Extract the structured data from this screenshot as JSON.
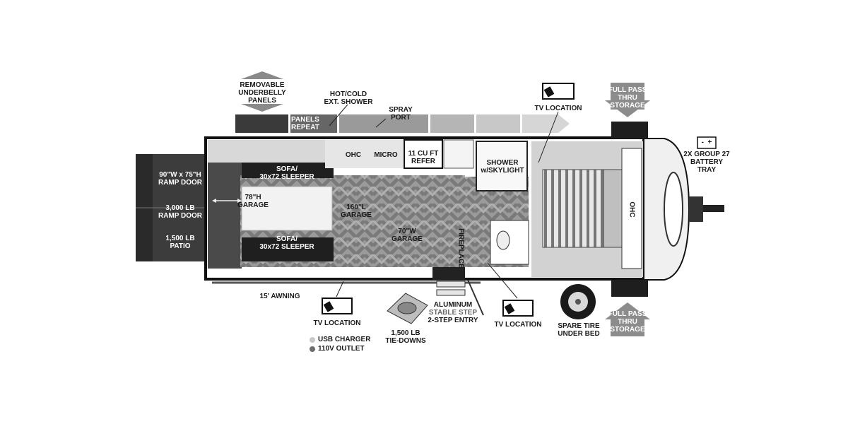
{
  "labels": {
    "ramp_door_size": "90\"W x 75\"H\nRAMP DOOR",
    "ramp_door_weight": "3,000 LB\nRAMP DOOR",
    "patio": "1,500 LB\nPATIO",
    "removable_panels": "REMOVABLE\nUNDERBELLY\nPANELS",
    "panels_repeat": "PANELS\nREPEAT",
    "ext_shower": "HOT/COLD\nEXT. SHOWER",
    "spray_port": "SPRAY\nPORT",
    "ohc_kitchen": "OHC",
    "micro": "MICRO",
    "refer": "11 CU FT\nREFER",
    "shower": "SHOWER\nw/SKYLIGHT",
    "tv_top": "TV LOCATION",
    "full_pass_top": "FULL PASS\nTHRU\nSTORAGE",
    "battery_tray": "2X GROUP 27\nBATTERY\nTRAY",
    "battery_terminals": "-  +",
    "sofa_top": "SOFA/\n30x72 SLEEPER",
    "garage_height": "78\"H\nGARAGE",
    "garage_length": "160\"L\nGARAGE",
    "garage_width": "70\"W\nGARAGE",
    "sofa_bottom": "SOFA/\n30x72 SLEEPER",
    "fireplace": "FIREPLACE",
    "ohc_bedroom": "OHC",
    "awning": "15' AWNING",
    "tv_bottom_left": "TV LOCATION",
    "tie_downs": "1,500 LB\nTIE-DOWNS",
    "entry_step_1": "ALUMINUM",
    "entry_step_2": "STABLE STEP",
    "entry_step_3": "2-STEP ENTRY",
    "tv_bottom_mid": "TV LOCATION",
    "spare_tire": "SPARE TIRE\nUNDER BED",
    "full_pass_bottom": "FULL PASS\nTHRU\nSTORAGE"
  },
  "legend": [
    {
      "label": "USB CHARGER",
      "color": "#c8c8c8"
    },
    {
      "label": "110V OUTLET",
      "color": "#6e6e6e"
    }
  ]
}
